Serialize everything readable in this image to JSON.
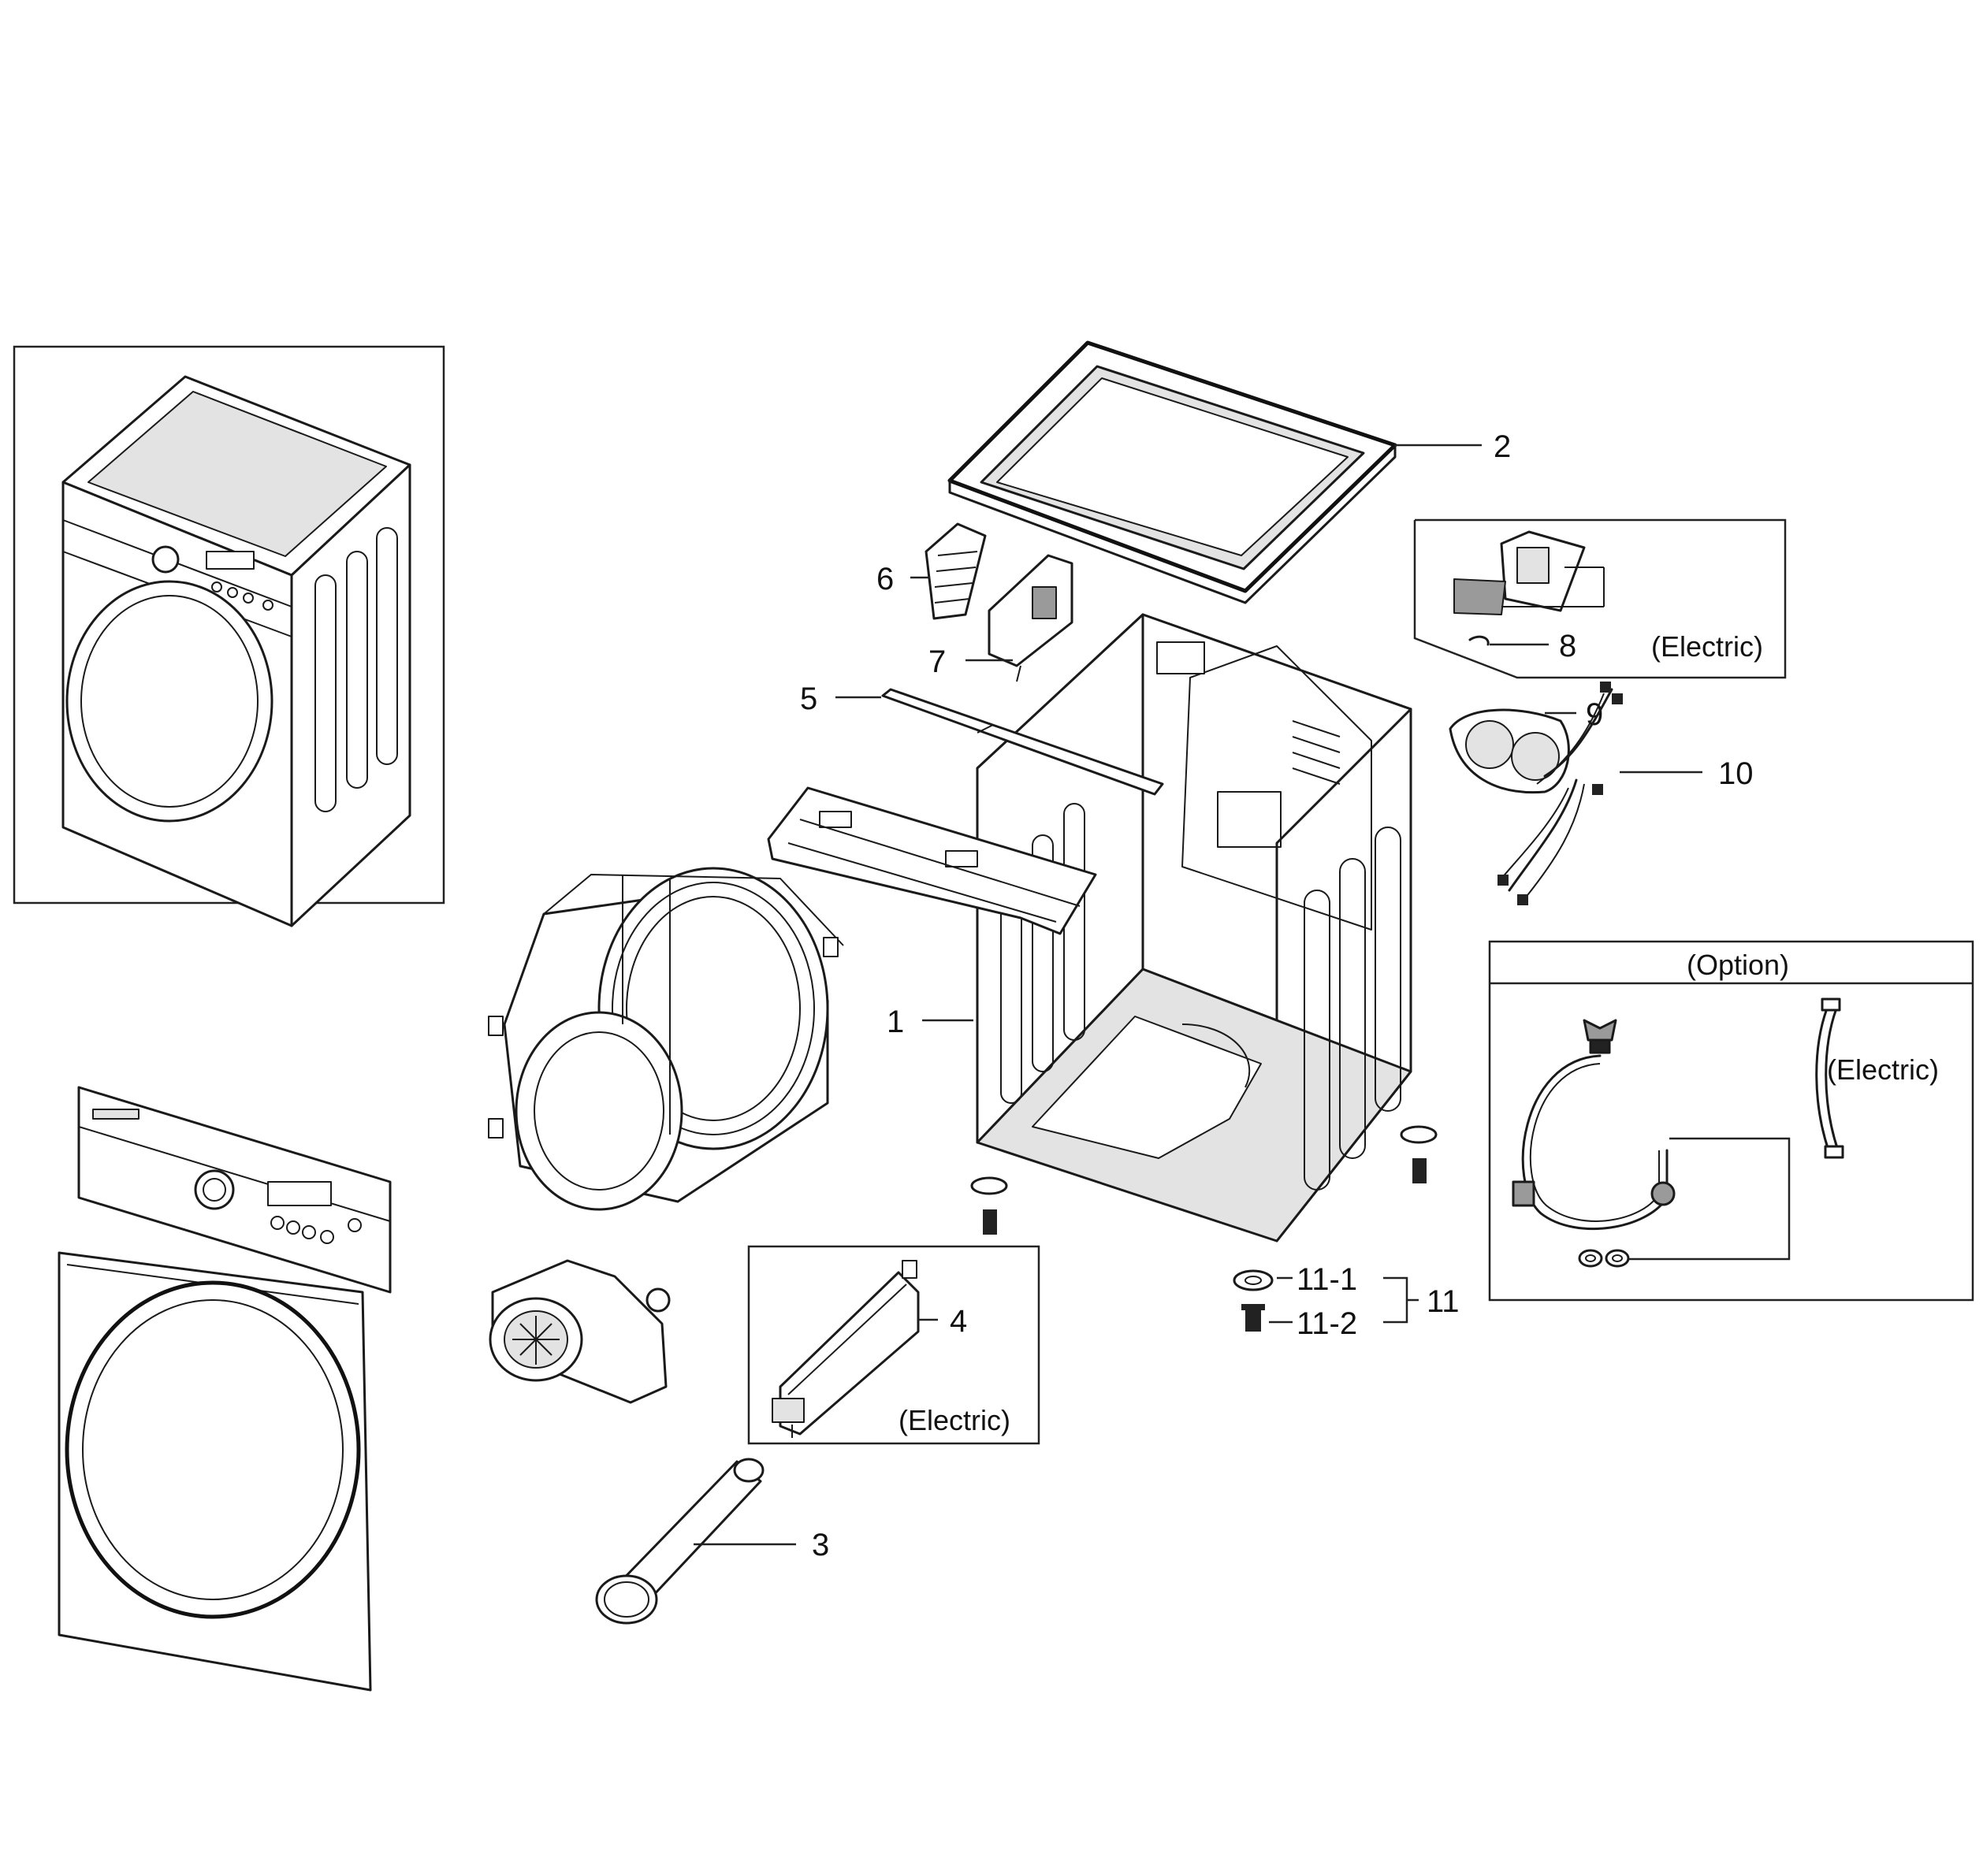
{
  "labels": {
    "p1": "1",
    "p2": "2",
    "p3": "3",
    "p4": "4",
    "p5": "5",
    "p6": "6",
    "p7": "7",
    "p8": "8",
    "p9": "9",
    "p10": "10",
    "p11": "11",
    "p11_1": "11-1",
    "p11_2": "11-2"
  },
  "notes": {
    "electric_heater": "(Electric)",
    "electric_board": "(Electric)",
    "electric_hose": "(Electric)",
    "option": "(Option)"
  },
  "colors": {
    "line": "#1a1a1a",
    "background": "#ffffff"
  }
}
